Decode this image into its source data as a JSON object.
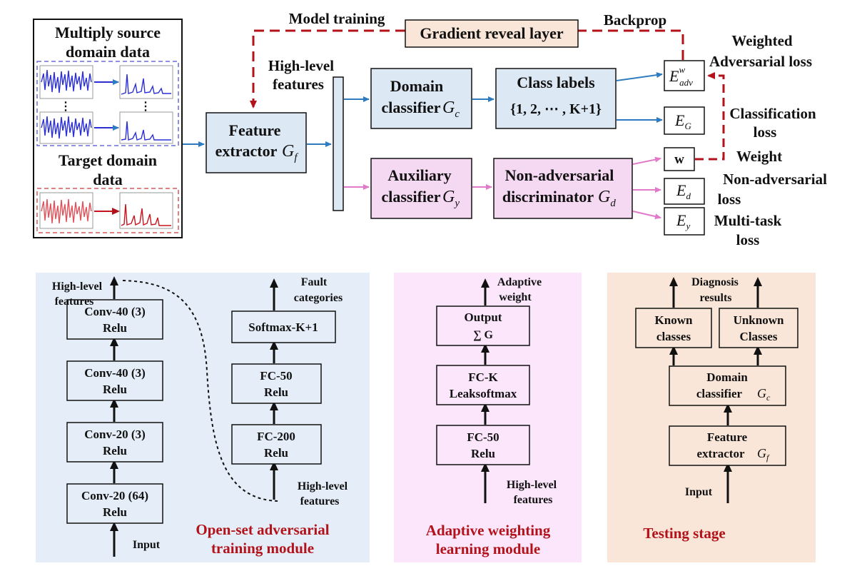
{
  "top": {
    "model_training": "Model training",
    "gradient_reveal_layer": "Gradient reveal layer",
    "backprop": "Backprop",
    "source_data": [
      "Multiply source",
      "domain data"
    ],
    "target_data": [
      "Target domain",
      "data"
    ],
    "high_level_features": [
      "High-level",
      "features"
    ],
    "feature_extractor": [
      "Feature",
      "extractor"
    ],
    "domain_classifier": [
      "Domain",
      "classifier"
    ],
    "class_labels": [
      "Class labels",
      "{1, 2, ⋯ , K+1}"
    ],
    "auxiliary_classifier": [
      "Auxiliary",
      "classifier"
    ],
    "non_adversarial_discriminator": [
      "Non-adversarial",
      "discriminator"
    ],
    "weighted_adversarial_loss": [
      "Weighted",
      "Adversarial loss"
    ],
    "classification_loss": [
      "Classification",
      "loss"
    ],
    "weight": "Weight",
    "w_box": "w",
    "non_adversarial_loss": [
      "Non-adversarial",
      "loss"
    ],
    "multi_task_loss": [
      "Multi-task",
      "loss"
    ],
    "symbols": {
      "Gf": "G",
      "Gf_sub": "f",
      "Gc": "G",
      "Gc_sub": "c",
      "Gy": "G",
      "Gy_sub": "y",
      "Gd": "G",
      "Gd_sub": "d",
      "Eadv": "E",
      "Eadv_sub": "adv",
      "Eadv_sup": "w",
      "EG": "E",
      "EG_sub": "G",
      "Ed": "E",
      "Ed_sub": "d",
      "Ey": "E",
      "Ey_sub": "y"
    }
  },
  "module1": {
    "left_top_label": [
      "High-level",
      "features"
    ],
    "layers_left": [
      [
        "Conv-40 (3)",
        "Relu"
      ],
      [
        "Conv-40 (3)",
        "Relu"
      ],
      [
        "Conv-20 (3)",
        "Relu"
      ],
      [
        "Conv-20 (64)",
        "Relu"
      ]
    ],
    "input": "Input",
    "right_top_label": [
      "Fault",
      "categories"
    ],
    "layers_right": [
      [
        "Softmax-K+1"
      ],
      [
        "FC-50",
        "Relu"
      ],
      [
        "FC-200",
        "Relu"
      ]
    ],
    "right_bottom_label": [
      "High-level",
      "features"
    ],
    "title": [
      "Open-set adversarial",
      "training module"
    ]
  },
  "module2": {
    "top_label": [
      "Adaptive",
      "weight"
    ],
    "output": "Output",
    "output_formula": "∑ G",
    "layers": [
      [
        "FC-K",
        "Leaksoftmax"
      ],
      [
        "FC-50",
        "Relu"
      ]
    ],
    "bottom_label": [
      "High-level",
      "features"
    ],
    "title": [
      "Adaptive weighting",
      "learning module"
    ]
  },
  "module3": {
    "top_label": [
      "Diagnosis",
      "results"
    ],
    "known": [
      "Known",
      "classes"
    ],
    "unknown": [
      "Unknown",
      "Classes"
    ],
    "domain_classifier": [
      "Domain",
      "classifier"
    ],
    "feature_extractor": [
      "Feature",
      "extractor"
    ],
    "input": "Input",
    "title": "Testing stage"
  },
  "colors": {
    "blue_fill": "#dce8f3",
    "pink_fill": "#f5d8f2",
    "module1_bg": "#e5eef8",
    "module2_bg": "#fbe6fb",
    "module3_bg": "#f9e6d8",
    "blue_arrow": "#2f7bbf",
    "pink_arrow": "#e17ac9",
    "red": "#b3121a"
  }
}
